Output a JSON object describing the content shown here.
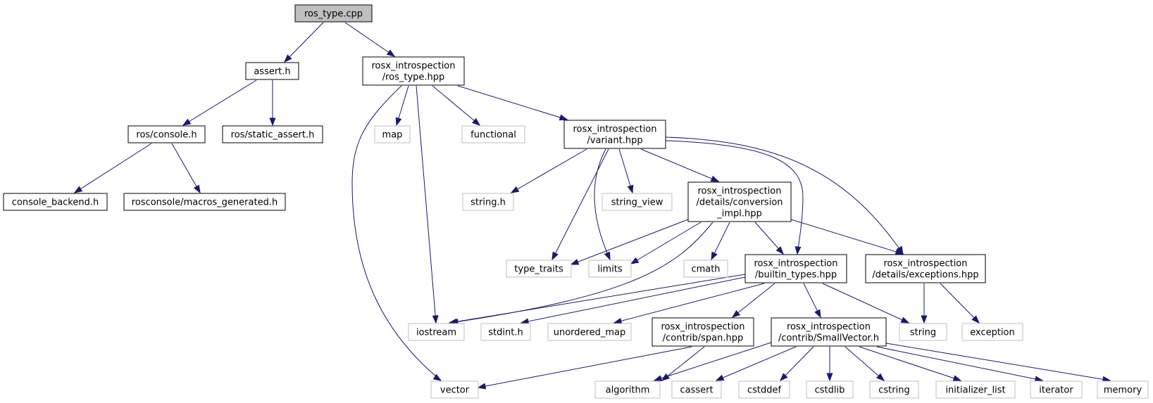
{
  "colors": {
    "edge": "#191970",
    "main_fill": "#bfbfbf",
    "node_border": "#000000",
    "external_border": "#bfbfbf"
  },
  "nodes": {
    "ros_type_cpp": {
      "lines": [
        "ros_type.cpp"
      ]
    },
    "assert_h": {
      "lines": [
        "assert.h"
      ]
    },
    "ros_type_hpp": {
      "lines": [
        "rosx_introspection",
        "/ros_type.hpp"
      ]
    },
    "ros_console_h": {
      "lines": [
        "ros/console.h"
      ]
    },
    "ros_static_assert_h": {
      "lines": [
        "ros/static_assert.h"
      ]
    },
    "console_backend_h": {
      "lines": [
        "console_backend.h"
      ]
    },
    "rosconsole_macros_generated_h": {
      "lines": [
        "rosconsole/macros_generated.h"
      ]
    },
    "map": {
      "lines": [
        "map"
      ]
    },
    "functional": {
      "lines": [
        "functional"
      ]
    },
    "variant_hpp": {
      "lines": [
        "rosx_introspection",
        "/variant.hpp"
      ]
    },
    "string_h": {
      "lines": [
        "string.h"
      ]
    },
    "string_view": {
      "lines": [
        "string_view"
      ]
    },
    "conversion_impl_hpp": {
      "lines": [
        "rosx_introspection",
        "/details/conversion",
        "_impl.hpp"
      ]
    },
    "type_traits": {
      "lines": [
        "type_traits"
      ]
    },
    "limits": {
      "lines": [
        "limits"
      ]
    },
    "cmath": {
      "lines": [
        "cmath"
      ]
    },
    "builtin_types_hpp": {
      "lines": [
        "rosx_introspection",
        "/builtin_types.hpp"
      ]
    },
    "exceptions_hpp": {
      "lines": [
        "rosx_introspection",
        "/details/exceptions.hpp"
      ]
    },
    "iostream": {
      "lines": [
        "iostream"
      ]
    },
    "stdint_h": {
      "lines": [
        "stdint.h"
      ]
    },
    "unordered_map": {
      "lines": [
        "unordered_map"
      ]
    },
    "span_hpp": {
      "lines": [
        "rosx_introspection",
        "/contrib/span.hpp"
      ]
    },
    "smallvector_h": {
      "lines": [
        "rosx_introspection",
        "/contrib/SmallVector.h"
      ]
    },
    "string": {
      "lines": [
        "string"
      ]
    },
    "exception": {
      "lines": [
        "exception"
      ]
    },
    "vector": {
      "lines": [
        "vector"
      ]
    },
    "algorithm": {
      "lines": [
        "algorithm"
      ]
    },
    "cassert": {
      "lines": [
        "cassert"
      ]
    },
    "cstddef": {
      "lines": [
        "cstddef"
      ]
    },
    "cstdlib": {
      "lines": [
        "cstdlib"
      ]
    },
    "cstring": {
      "lines": [
        "cstring"
      ]
    },
    "initializer_list": {
      "lines": [
        "initializer_list"
      ]
    },
    "iterator": {
      "lines": [
        "iterator"
      ]
    },
    "memory": {
      "lines": [
        "memory"
      ]
    }
  }
}
